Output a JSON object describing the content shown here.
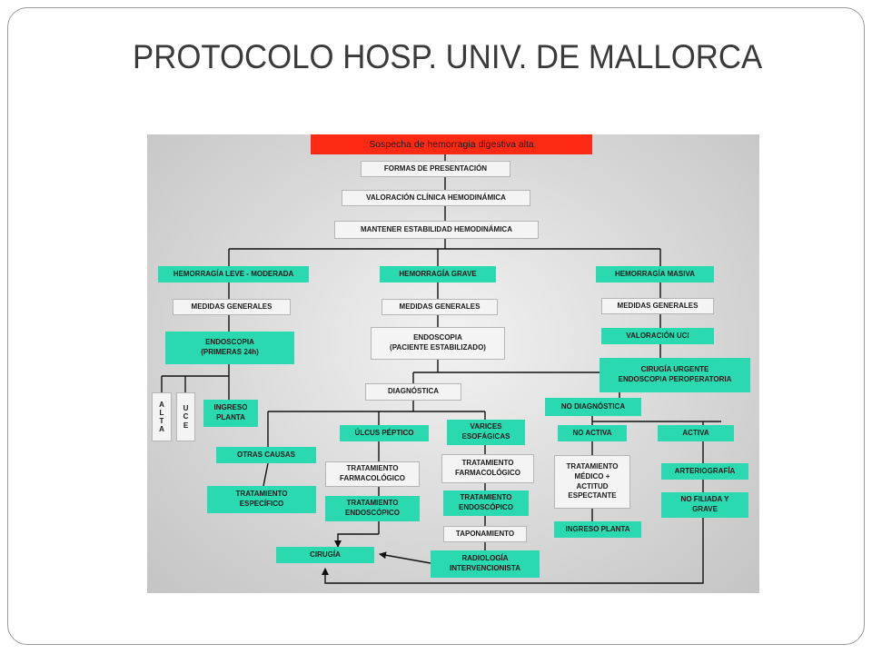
{
  "slide": {
    "title": "PROTOCOLO HOSP. UNIV. DE MALLORCA"
  },
  "flowchart": {
    "header": "Sospecha de hemorragia digestiva alta",
    "formas": "FORMAS DE PRESENTACIÓN",
    "valoracion_clinica": "VALORACIÓN CLÍNICA HEMODINÁMICA",
    "mantener": "MANTENER ESTABILIDAD HEMODINÁMICA",
    "leve": {
      "title": "HEMORRAGÍA LEVE - MODERADA",
      "medidas": "MEDIDAS GENERALES",
      "endoscopia": "ENDOSCOPIA\n(PRIMERAS 24h)",
      "alta": "A\nL\nT\nA",
      "uce": "U\nC\nE",
      "ingreso": "INGRESO\nPLANTA"
    },
    "grave": {
      "title": "HEMORRAGÍA GRAVE",
      "medidas": "MEDIDAS GENERALES",
      "endoscopia": "ENDOSCOPIA\n(PACIENTE ESTABILIZADO)",
      "diagnostica": "DIAGNÓSTICA",
      "otras": "OTRAS CAUSAS",
      "trat_especifico": "TRATAMIENTO\nESPECÍFICO",
      "ulcus": "ÚLCUS PÉPTICO",
      "ulcus_farm": "TRATAMIENTO\nFARMACOLÓGICO",
      "ulcus_endo": "TRATAMIENTO\nENDOSCÓPICO",
      "varices": "VARICES\nESOFÁGICAS",
      "var_farm": "TRATAMIENTO\nFARMACOLÓGICO",
      "var_endo": "TRATAMIENTO\nENDOSCÓPICO",
      "taponamiento": "TAPONAMIENTO",
      "radiologia": "RADIOLOGÍA\nINTERVENCIONISTA",
      "cirugia": "CIRUGÍA"
    },
    "masiva": {
      "title": "HEMORRAGÍA MASIVA",
      "medidas": "MEDIDAS GENERALES",
      "uci": "VALORACIÓN UCI",
      "cirugia_urgente": "CIRUGÍA URGENTE\nENDOSCOPIA PEROPERATORIA"
    },
    "no_diag": {
      "title": "NO DIAGNÓSTICA",
      "no_activa": "NO ACTIVA",
      "activa": "ACTIVA",
      "tratamiento": "TRATAMIENTO\nMÉDICO +\nACTITUD\nESPECTANTE",
      "ingreso": "INGRESO PLANTA",
      "arteriografia": "ARTERIOGRAFÍA",
      "no_filiada": "NO FILIADA Y\nGRAVE"
    }
  }
}
